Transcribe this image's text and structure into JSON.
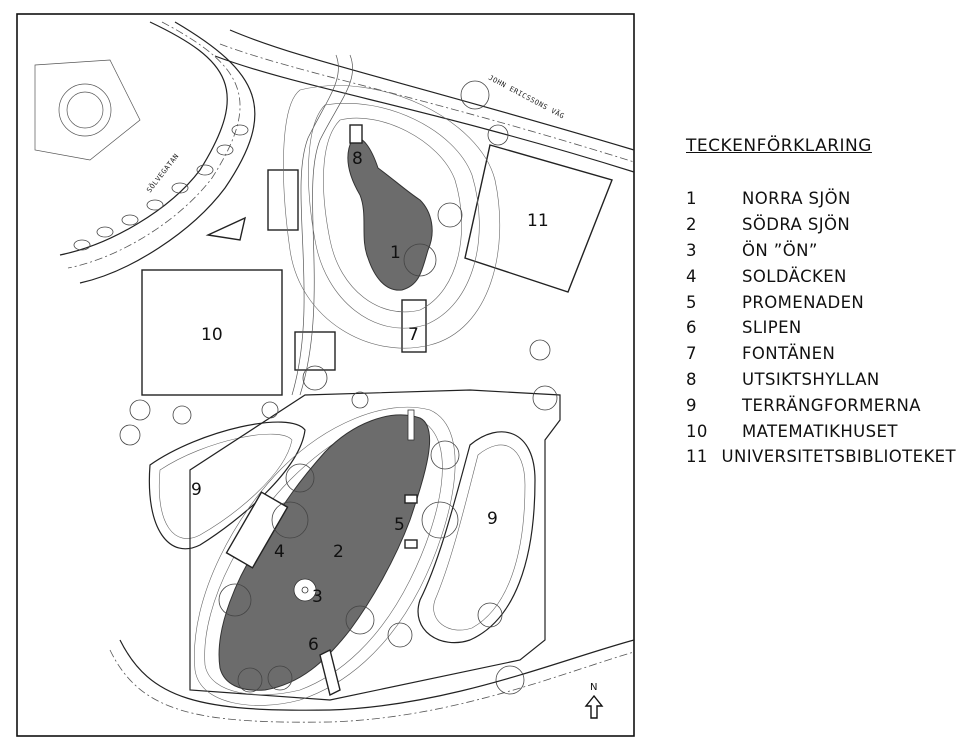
{
  "street_labels": {
    "north": "JOHN ERICSSONS VÄG",
    "west": "SÖLVEGATAN"
  },
  "map_numbers": [
    {
      "id": "norra-sjon",
      "text": "1"
    },
    {
      "id": "sodra-sjon",
      "text": "2"
    },
    {
      "id": "on-on",
      "text": "3"
    },
    {
      "id": "soldacken",
      "text": "4"
    },
    {
      "id": "promenaden",
      "text": "5"
    },
    {
      "id": "slipen",
      "text": "6"
    },
    {
      "id": "fontanen",
      "text": "7"
    },
    {
      "id": "utsiktshyllan",
      "text": "8"
    },
    {
      "id": "terrangformerna-west",
      "text": "9"
    },
    {
      "id": "terrangformerna-east",
      "text": "9"
    },
    {
      "id": "matematikhuset",
      "text": "10"
    },
    {
      "id": "universitetsbiblioteket",
      "text": "11"
    }
  ],
  "north_arrow": {
    "label": "N",
    "icon": "north-arrow-icon"
  },
  "legend": {
    "title": "TECKENFÖRKLARING",
    "items": [
      {
        "num": "1",
        "label": "NORRA SJÖN"
      },
      {
        "num": "2",
        "label": "SÖDRA SJÖN"
      },
      {
        "num": "3",
        "label": "ÖN ”ÖN”"
      },
      {
        "num": "4",
        "label": "SOLDÄCKEN"
      },
      {
        "num": "5",
        "label": "PROMENADEN"
      },
      {
        "num": "6",
        "label": "SLIPEN"
      },
      {
        "num": "7",
        "label": "FONTÄNEN"
      },
      {
        "num": "8",
        "label": "UTSIKTSHYLLAN"
      },
      {
        "num": "9",
        "label": "TERRÄNGFORMERNA"
      },
      {
        "num": "10",
        "label": "MATEMATIKHUSET"
      },
      {
        "num": "11",
        "label": "UNIVERSITETSBIBLIOTEKET"
      }
    ]
  },
  "colors": {
    "water": "#6c6c6c",
    "line": "#222222",
    "background": "#ffffff"
  }
}
